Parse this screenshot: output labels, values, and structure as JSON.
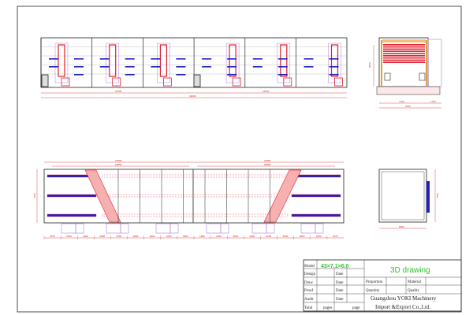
{
  "title_block": {
    "model_label": "Model",
    "model_value": "43×7.1×6.0",
    "design_label": "Design",
    "draw_label": "Draw",
    "proof_label": "Proof",
    "audit_label": "Audit",
    "date_label": "Date",
    "total_label": "Total",
    "pages_label": "pages",
    "page_label": "page",
    "drawing_title": "3D drawing",
    "proportion_label": "Proportion",
    "material_label": "Material",
    "quantity_label": "Quantity",
    "quality_label": "Quality",
    "company_line1": "Guangzhou YOKI Machinery",
    "company_line2": "Import &Export Co.,Ltd."
  },
  "dimensions": {
    "front_half_left": "21500",
    "front_half_right": "21500",
    "front_total": "43000",
    "side_height": "6000",
    "side_width": "7100",
    "side_extra": "1750",
    "side_total": "9150",
    "plan_half_left": "21500",
    "plan_half_right": "21500",
    "plan_inner_left": "19550",
    "plan_inner_right": "19550",
    "plan_width": "7100",
    "plan_bottom": [
      "2375",
      "2250",
      "1800",
      "2500",
      "2250",
      "1800",
      "2500",
      "2250",
      "1800",
      "1800",
      "2250",
      "2500",
      "1800",
      "2250",
      "2500",
      "1800",
      "2250",
      "2375"
    ],
    "small_width": "6000",
    "small_height": "7100"
  },
  "colors": {
    "line": "#222222",
    "dim": "#d02020",
    "accent_blue": "#2020c0",
    "accent_red": "#e02030",
    "purple": "#b080e0",
    "green": "#30c030"
  }
}
